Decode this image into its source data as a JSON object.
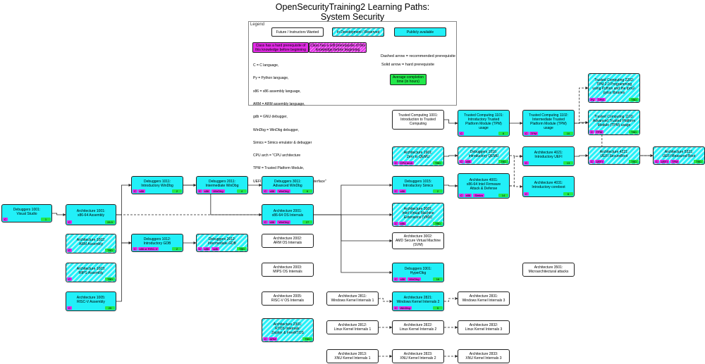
{
  "title": {
    "line1": "OpenSecurityTraining2 Learning Paths:",
    "line2": "System Security"
  },
  "colors": {
    "public": "#22f0f8",
    "prereq": "#e22ce6",
    "hours": "#22e84a",
    "border": "#222222"
  },
  "legend": {
    "title": "Legend",
    "future": "Future / Instructors Wanted",
    "dev": "In Development / Reserved",
    "public": "Publicly available",
    "hard_prereq_box": "Class has a hard prerequisite of this knowledge before beginning",
    "soft_prereq_box": "Class has a soft prerequisite of this knowledge before beginning",
    "dashed": "Dashed arrow = recommended prerequisite",
    "solid": "Solid arrow = hard prerequisite",
    "hours_box": "Average completion time (in hours)",
    "abbrev": [
      "C = C language,",
      "Py = Python language,",
      "x86 = x86 assembly language,",
      "ARM = ARM assembly language,",
      "gdb = GNU debugger,",
      "WinDbg = WinDbg debugger,",
      "Simics = Simics emulator & debugger",
      "CPU arch = \"CPU architecture",
      "TPM = Trusted Platform Module,",
      "UEFI = \"Unified Extensible Firmware Interface\""
    ]
  },
  "nodes": [
    {
      "id": "dbg1001",
      "title": "Debuggers 1001:\nVisual Studio",
      "status": "public",
      "pre": [
        {
          "t": "C"
        }
      ],
      "hrs": "1"
    },
    {
      "id": "arch1001",
      "title": "Architecture 1001:\nx86-64 Assembly",
      "status": "public",
      "pre": [
        {
          "t": "C"
        }
      ],
      "hrs": "28.5"
    },
    {
      "id": "arch1002",
      "title": "Architecture 1002:\nARM Assembly",
      "status": "dev",
      "pre": [
        {
          "t": "C"
        }
      ],
      "hrs": "TBD"
    },
    {
      "id": "arch1003",
      "title": "Architecture 1003:\nMIPS Assembly",
      "status": "dev",
      "pre": [
        {
          "t": "C"
        }
      ],
      "hrs": "TBD"
    },
    {
      "id": "arch1005",
      "title": "Architecture 1005:\nRISC-V Assembly",
      "status": "public",
      "pre": [
        {
          "t": "C"
        }
      ],
      "hrs": "29"
    },
    {
      "id": "dbg1011",
      "title": "Debuggers 1011:\nIntroductory WinDbg",
      "status": "public",
      "pre": [
        {
          "t": "C"
        },
        {
          "t": "x86"
        }
      ],
      "hrs": "2"
    },
    {
      "id": "dbg2011",
      "title": "Debuggers 2011:\nIntermediate WinDbg",
      "status": "public",
      "pre": [
        {
          "t": "C"
        },
        {
          "t": "x86"
        },
        {
          "t": "WinDbg"
        }
      ],
      "hrs": "4"
    },
    {
      "id": "dbg3011",
      "title": "Debuggers 3011:\nAdvanced WinDbg",
      "status": "public",
      "pre": [
        {
          "t": "C"
        },
        {
          "t": "x86"
        },
        {
          "t": "WinDbg"
        }
      ],
      "hrs": "6"
    },
    {
      "id": "dbg1012",
      "title": "Debuggers 1012:\nIntroductory GDB",
      "status": "public",
      "pre": [
        {
          "t": "C"
        },
        {
          "t": "x86 or RISC-V"
        }
      ],
      "hrs": "2"
    },
    {
      "id": "dbg2012",
      "title": "Debuggers 2012:\nIntermediate GDB",
      "status": "dev",
      "pre": [
        {
          "t": "C"
        },
        {
          "t": "x86"
        },
        {
          "t": "gdb"
        }
      ],
      "hrs": "TBD"
    },
    {
      "id": "arch2001",
      "title": "Architecture 2001:\nx86-64 OS Internals",
      "status": "public",
      "pre": [
        {
          "t": "C"
        },
        {
          "t": "x86"
        },
        {
          "t": "WinDbg"
        }
      ],
      "hrs": "27"
    },
    {
      "id": "arch2002",
      "title": "Architecture 2002:\nARM OS Internals",
      "status": "future"
    },
    {
      "id": "arch2003",
      "title": "Architecture 2003:\nMIPS OS Internals",
      "status": "future"
    },
    {
      "id": "arch2005",
      "title": "Architecture 2005:\nRISC-V OS Internals",
      "status": "future"
    },
    {
      "id": "arch2301",
      "title": "Architecture 2301:\nRTOS Internals:\nZephyr & FreeRTOS",
      "status": "dev",
      "pre": [
        {
          "t": "C"
        },
        {
          "t": "ARM"
        }
      ],
      "hrs": "TBD"
    },
    {
      "id": "tc1001",
      "title": "Trusted Computing 1001:\nIntroduction to Trusted\nComputing",
      "status": "future"
    },
    {
      "id": "tc1101",
      "title": "Trusted Computing 1101:\nIntroductory Trusted\nPlatform Module (TPM)\nusage",
      "status": "public",
      "pre": [
        {
          "t": "C"
        }
      ],
      "hrs": "8"
    },
    {
      "id": "tc1102",
      "title": "Trusted Computing 1102:\nIntermediate Trusted\nPlatform Module (TPM)\nusage",
      "status": "public",
      "pre": [
        {
          "t": "C"
        },
        {
          "t": "TPM"
        }
      ],
      "hrs": "10"
    },
    {
      "id": "tc1103",
      "title": "Trusted Computing 1103:\nAdvanced Trusted Platform\nModule (TPM) usage",
      "status": "dev",
      "pre": [
        {
          "t": "C"
        },
        {
          "t": "TPM"
        }
      ],
      "hrs": "TBD"
    },
    {
      "id": "tc2202",
      "title": "Trusted Computing 2202:\nTPM 2.0 Programming\nusing Python and the tpm2-\npytss libraries",
      "status": "dev",
      "pre": [
        {
          "t": "Py"
        },
        {
          "t": "TPM"
        }
      ],
      "hrs": "TBD"
    },
    {
      "id": "arch1901",
      "title": "Architecture 1901:\nZero to QEMU",
      "status": "dev",
      "pre": [
        {
          "t": "C"
        },
        {
          "t": "CPU arch"
        }
      ],
      "hrs": "TBD"
    },
    {
      "id": "dbg1015",
      "title": "Debuggers 1015:\nIntroductory Simics",
      "status": "public",
      "pre": [
        {
          "t": "C"
        },
        {
          "t": "x86"
        }
      ],
      "hrs": "2"
    },
    {
      "id": "dbg1016",
      "title": "Debuggers 1016:\nIntroductory QEMU",
      "status": "dev",
      "pre": [
        {
          "t": "C"
        },
        {
          "t": "x86"
        }
      ],
      "hrs": "TBD"
    },
    {
      "id": "arch4001",
      "title": "Architecture 4001:\nx86-64 Intel Firmware\nAttack & Defense",
      "status": "public",
      "pre": [
        {
          "t": "C"
        },
        {
          "t": "x86"
        },
        {
          "t": "Simics"
        }
      ],
      "hrs": "14"
    },
    {
      "id": "arch4021",
      "title": "Architecture 4021:\nIntroductory UEFI",
      "status": "public",
      "pre": [
        {
          "t": "C"
        }
      ],
      "hrs": "13"
    },
    {
      "id": "arch4031",
      "title": "Architecture 4031:\nIntroductory coreboot",
      "status": "public",
      "pre": [
        {
          "t": "C"
        }
      ],
      "hrs": "6"
    },
    {
      "id": "arch4221",
      "title": "Architecture 4221:\nUEFI SecureBoot",
      "status": "dev",
      "pre": [
        {
          "t": "C"
        },
        {
          "t": "UEFI"
        }
      ],
      "hrs": "TBD"
    },
    {
      "id": "arch5321",
      "title": "Architecture 5321:\nUEFI Measured Boot",
      "status": "dev",
      "pre": [
        {
          "t": "C"
        },
        {
          "t": "UEFI"
        },
        {
          "t": "TPM"
        }
      ],
      "hrs": "TBD"
    },
    {
      "id": "arch3001",
      "title": "Architecture 3001:\nIntel Virtual Machine\nExtensions (VMX)",
      "status": "dev",
      "pre": [
        {
          "t": "C"
        },
        {
          "t": "x86"
        }
      ],
      "hrs": "TBD"
    },
    {
      "id": "arch3002",
      "title": "Architecture 3002:\nAMD Secure Virtual Machine\n(SVM)",
      "status": "future"
    },
    {
      "id": "dbg3301",
      "title": "Debuggers 3301:\nHyperDbg",
      "status": "public",
      "pre": [
        {
          "t": "C"
        },
        {
          "t": "x86"
        },
        {
          "t": "WinDbg"
        }
      ],
      "hrs": "16"
    },
    {
      "id": "arch3501",
      "title": "Architecture 3501:\nMicroarchitectural attacks",
      "status": "future"
    },
    {
      "id": "arch2811",
      "title": "Architecture 2811:\nWindows Kernel Internals 1",
      "status": "future"
    },
    {
      "id": "arch2821",
      "title": "Architecture 2821:\nWindows Kernel Internals 2",
      "status": "public",
      "pre": [
        {
          "t": "C"
        },
        {
          "t": "WinDbg"
        }
      ],
      "hrs": "5"
    },
    {
      "id": "arch2831",
      "title": "Architecture 2831:\nWindows Kernel Internals 3",
      "status": "future"
    },
    {
      "id": "arch2812",
      "title": "Architecture 2812:\nLinux Kernel Internals 1",
      "status": "future"
    },
    {
      "id": "arch2822",
      "title": "Architecture 2822:\nLinux Kernel Internals 2",
      "status": "future"
    },
    {
      "id": "arch2832",
      "title": "Architecture 2832:\nLinux Kernel Internals 3",
      "status": "future"
    },
    {
      "id": "arch2813",
      "title": "Architecture 2813:\nXNU Kernel Internals 1",
      "status": "future"
    },
    {
      "id": "arch2823",
      "title": "Architecture 2823:\nXNU Kernel Internals 2",
      "status": "future"
    },
    {
      "id": "arch2833",
      "title": "Architecture 2833:\nXNU Kernel Internals 3",
      "status": "future"
    }
  ],
  "edges": [
    {
      "from": "dbg1001",
      "to": "arch1001",
      "style": "solid"
    },
    {
      "from": "arch1001",
      "to": "dbg1011",
      "style": "solid"
    },
    {
      "from": "dbg1011",
      "to": "dbg2011",
      "style": "solid"
    },
    {
      "from": "dbg2011",
      "to": "dbg3011",
      "style": "solid"
    },
    {
      "from": "arch1001",
      "to": "dbg1012",
      "style": "solid"
    },
    {
      "from": "arch1005",
      "to": "dbg1012",
      "style": "solid"
    },
    {
      "from": "dbg1012",
      "to": "dbg2012",
      "style": "solid"
    },
    {
      "from": "arch1001",
      "to": "arch2001",
      "style": "dashed"
    },
    {
      "from": "dbg1011",
      "to": "arch2001",
      "style": "solid"
    },
    {
      "from": "arch2001",
      "to": "dbg1015",
      "style": "solid"
    },
    {
      "from": "arch2001",
      "to": "arch3001",
      "style": "solid"
    },
    {
      "from": "arch2001",
      "to": "arch3002",
      "style": "solid"
    },
    {
      "from": "arch2001",
      "to": "dbg3301",
      "style": "solid"
    },
    {
      "from": "tc1001",
      "to": "tc1101",
      "style": "solid"
    },
    {
      "from": "tc1101",
      "to": "tc1102",
      "style": "solid"
    },
    {
      "from": "tc1102",
      "to": "tc1103",
      "style": "solid"
    },
    {
      "from": "tc1102",
      "to": "tc2202",
      "style": "dashed"
    },
    {
      "from": "dbg1015",
      "to": "arch4001",
      "style": "solid"
    },
    {
      "from": "arch1901",
      "to": "dbg1016",
      "style": "solid"
    },
    {
      "from": "dbg1016",
      "to": "arch4021",
      "style": "dashed"
    },
    {
      "from": "arch4001",
      "to": "arch4021",
      "style": "dashed"
    },
    {
      "from": "arch4001",
      "to": "arch4031",
      "style": "dashed"
    },
    {
      "from": "arch4021",
      "to": "arch4221",
      "style": "solid"
    },
    {
      "from": "arch4221",
      "to": "arch5321",
      "style": "solid"
    },
    {
      "from": "tc1102",
      "to": "arch5321",
      "style": "dashed"
    },
    {
      "from": "arch2811",
      "to": "arch2821",
      "style": "dashed"
    },
    {
      "from": "arch2821",
      "to": "arch2831",
      "style": "dashed"
    },
    {
      "from": "arch2812",
      "to": "arch2822",
      "style": "dashed"
    },
    {
      "from": "arch2822",
      "to": "arch2832",
      "style": "dashed"
    },
    {
      "from": "arch2813",
      "to": "arch2823",
      "style": "dashed"
    },
    {
      "from": "arch2823",
      "to": "arch2833",
      "style": "dashed"
    }
  ]
}
